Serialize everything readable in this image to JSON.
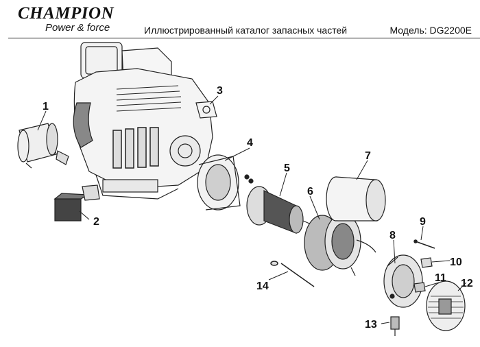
{
  "header": {
    "brand": "CHAMPION",
    "tagline": "Power & force",
    "title": "Иллюстрированный каталог запасных частей",
    "model_label": "Модель: DG2200E"
  },
  "callouts": [
    "1",
    "2",
    "3",
    "4",
    "5",
    "6",
    "7",
    "8",
    "9",
    "10",
    "11",
    "12",
    "13",
    "14"
  ]
}
